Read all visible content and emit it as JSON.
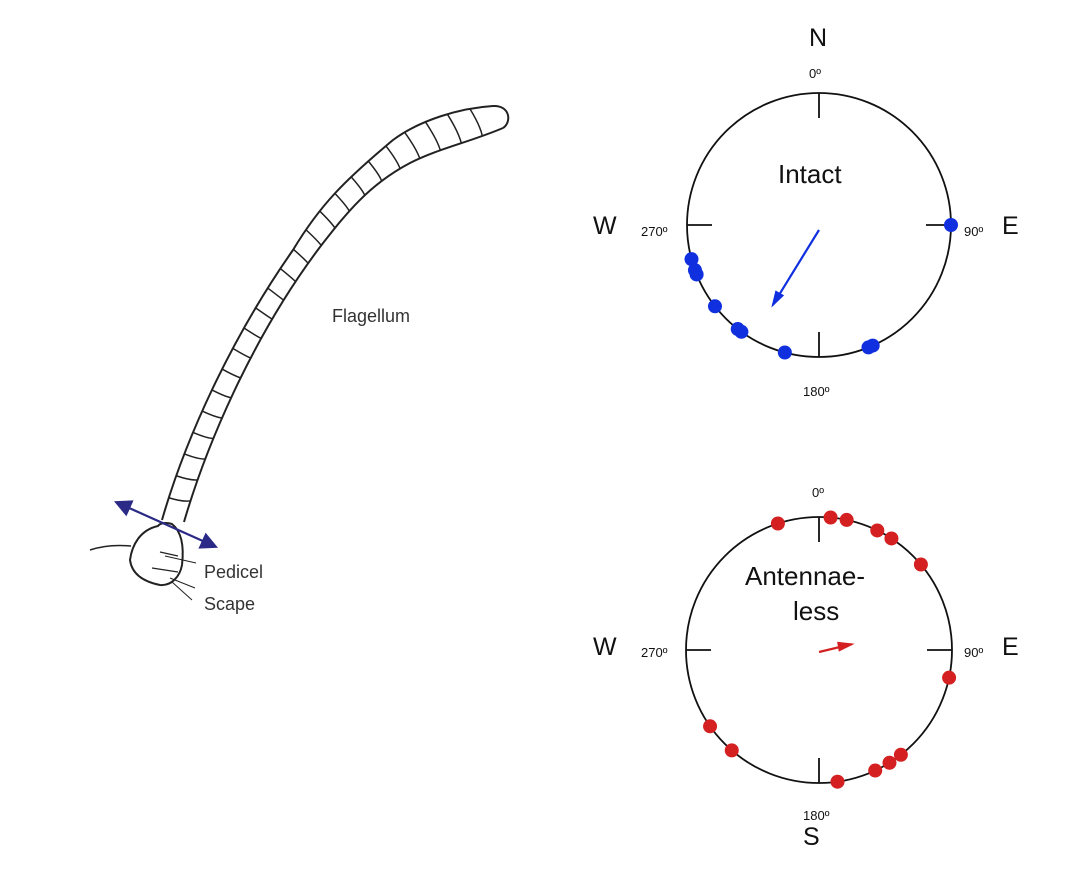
{
  "antenna": {
    "labels": {
      "flagellum": "Flagellum",
      "pedicel": "Pedicel",
      "scape": "Scape"
    },
    "movement_arrow_color": "#2b2a86"
  },
  "compass_labels": {
    "N": "N",
    "S": "S",
    "W": "W",
    "E": "E",
    "deg0": "0º",
    "deg90": "90º",
    "deg180": "180º",
    "deg270": "270º"
  },
  "chart_data": [
    {
      "type": "scatter",
      "subtype": "circular",
      "title": "Intact",
      "color": "#1030e0",
      "heading_deg": [
        90,
        255,
        250,
        248,
        232,
        218,
        216,
        195,
        158,
        156
      ],
      "mean_vector": {
        "direction_deg": 210,
        "length": 0.7
      }
    },
    {
      "type": "scatter",
      "subtype": "circular",
      "title_lines": [
        "Antennae-",
        "less"
      ],
      "color": "#d42020",
      "heading_deg": [
        342,
        5,
        12,
        26,
        33,
        50,
        102,
        235,
        221,
        155,
        148,
        142,
        172
      ],
      "mean_vector": {
        "direction_deg": 80,
        "length": 0.25
      }
    }
  ]
}
